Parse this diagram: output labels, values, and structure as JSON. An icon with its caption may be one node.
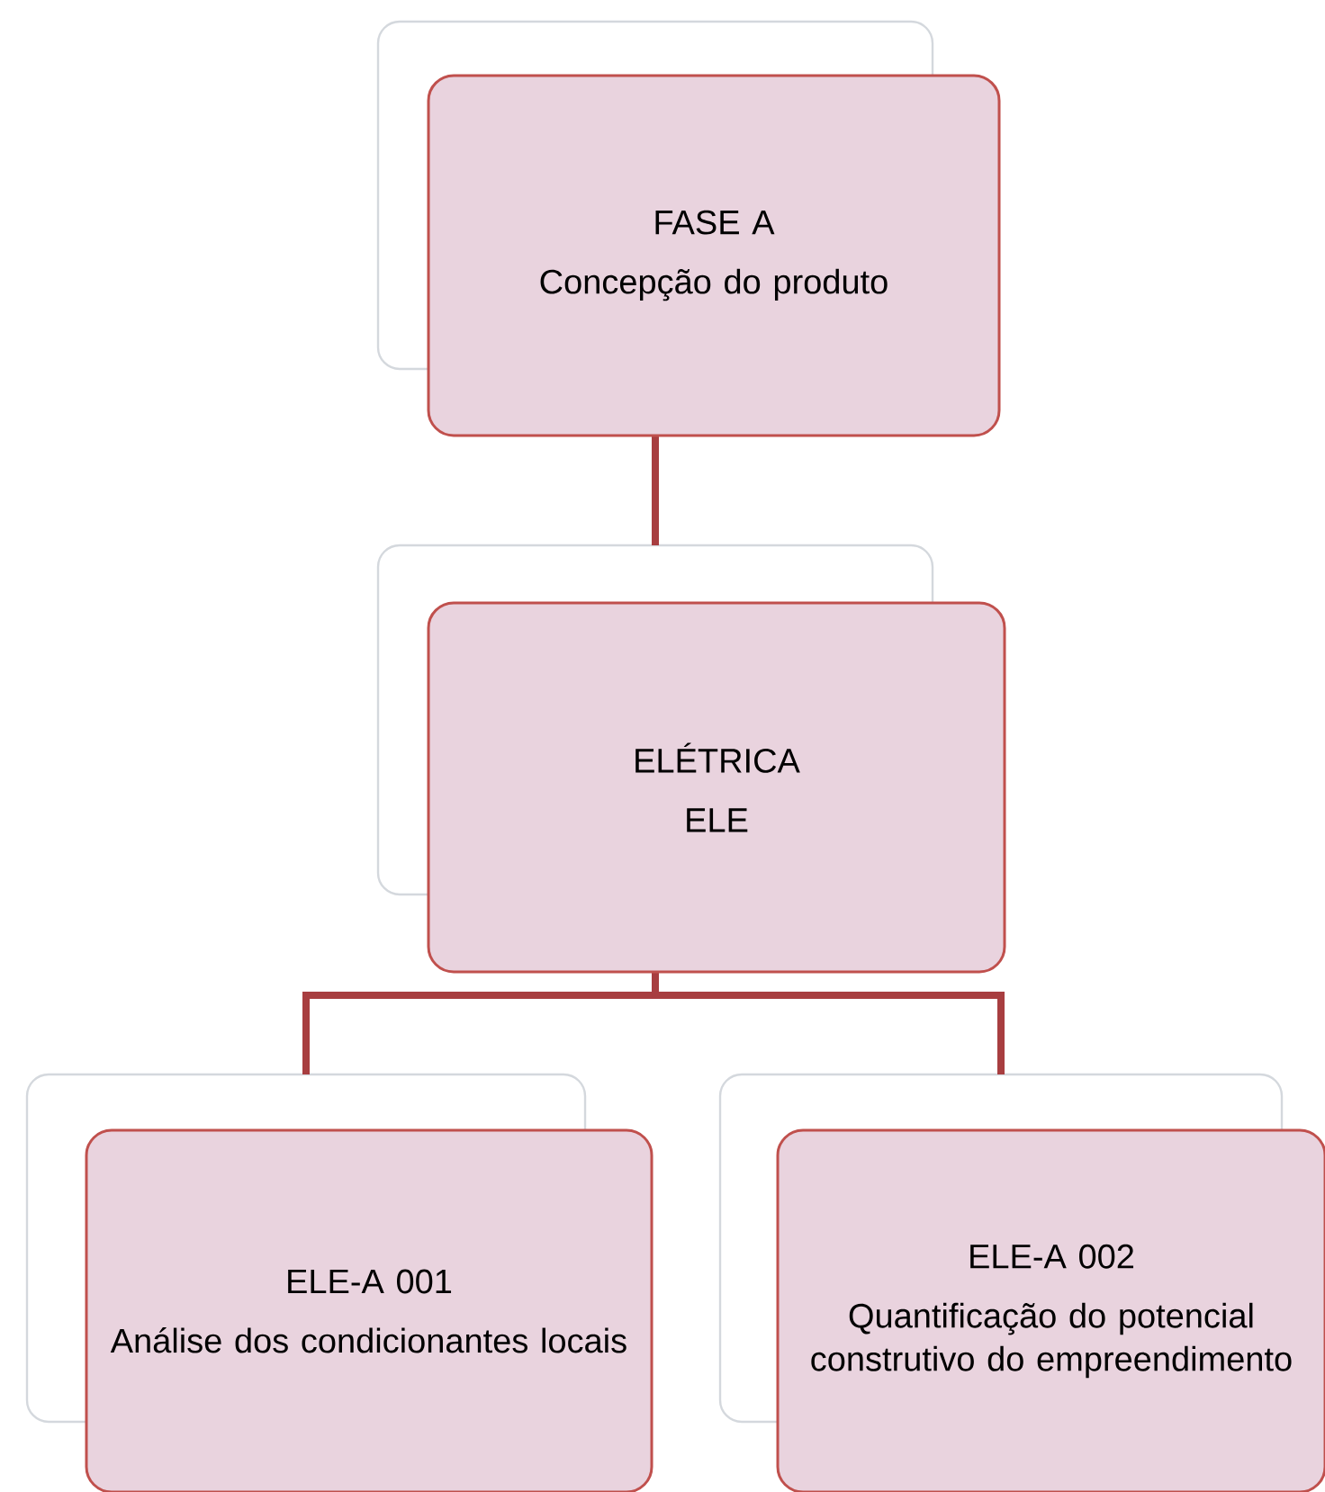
{
  "diagram": {
    "nodes": [
      {
        "text": [
          "FASE A",
          "Concepção do produto"
        ]
      },
      {
        "text": [
          "ELÉTRICA",
          "ELE"
        ]
      },
      {
        "text": [
          "ELE-A 001",
          "Análise dos condicionantes locais"
        ]
      },
      {
        "text": [
          "ELE-A 002",
          "Quantificação do potencial construtivo do empreendimento"
        ]
      }
    ],
    "edges": [
      {
        "from": 0,
        "to": 1,
        "arrow": "none"
      },
      {
        "from": 1,
        "to": 2,
        "arrow": "none"
      },
      {
        "from": 1,
        "to": 3,
        "arrow": "none"
      }
    ]
  }
}
